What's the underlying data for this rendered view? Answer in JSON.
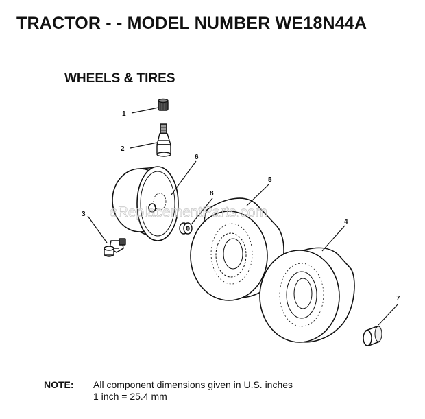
{
  "header": {
    "title": "TRACTOR - - MODEL NUMBER WE18N44A",
    "subtitle": "WHEELS & TIRES"
  },
  "watermark": "eReplacementParts.com",
  "parts": [
    {
      "callout": "1",
      "part": "valve-cap"
    },
    {
      "callout": "2",
      "part": "tire-valve-stem"
    },
    {
      "callout": "3",
      "part": "wheel-bolt"
    },
    {
      "callout": "4",
      "part": "rear-tire"
    },
    {
      "callout": "5",
      "part": "front-tire"
    },
    {
      "callout": "6",
      "part": "wheel-rim"
    },
    {
      "callout": "7",
      "part": "hub-cap"
    },
    {
      "callout": "8",
      "part": "washer"
    }
  ],
  "note": {
    "label": "NOTE:",
    "line1": "All component dimensions given in U.S. inches",
    "line2": "1 inch = 25.4 mm"
  },
  "colors": {
    "ink": "#111111",
    "watermark": "#c8c8c8"
  }
}
